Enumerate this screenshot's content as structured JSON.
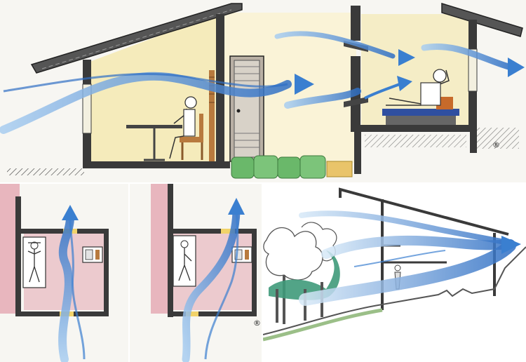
{
  "registered_mark": "®",
  "colors": {
    "airflow": "#3a7fd0",
    "airflow_light": "#a8cdf0",
    "wall": "#3a3a3a",
    "interior_warm": "#f4e7a8",
    "interior_red": "#e3a6b0",
    "shrubs": "#6ab86a",
    "trees": "#3f9a7a",
    "furniture_wood": "#b87a3e"
  },
  "icons": [
    "airflow-arrow",
    "person-seated",
    "person-reclining",
    "door",
    "window-louver",
    "bed",
    "tree"
  ]
}
